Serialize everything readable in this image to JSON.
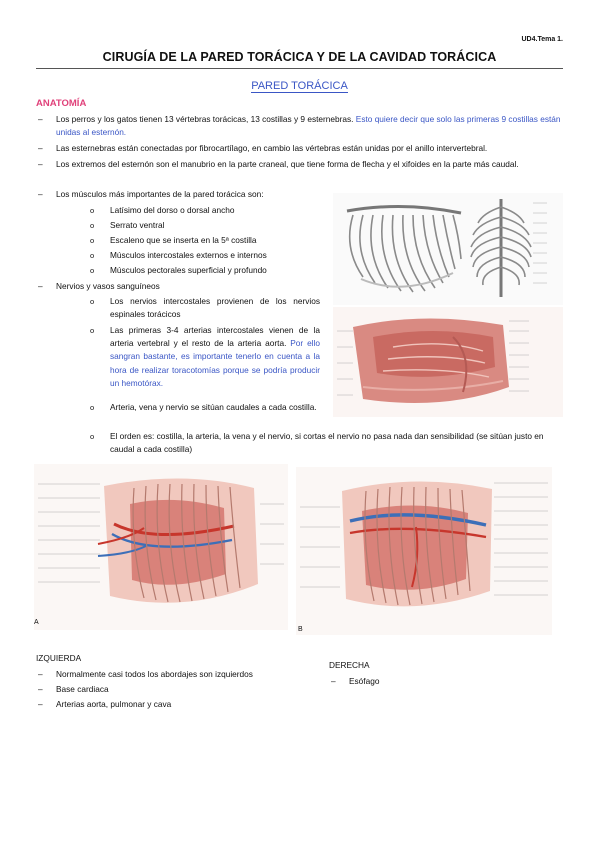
{
  "header": {
    "doc_ref": "UD4.Tema 1."
  },
  "title": "CIRUGÍA DE LA PARED TORÁCICA Y DE LA CAVIDAD TORÁCICA",
  "section": {
    "title": "PARED TORÁCICA",
    "subtitle": "ANATOMÍA"
  },
  "bullets": {
    "b1_black": "Los perros y los gatos tienen 13 vértebras torácicas, 13 costillas y 9 esternebras.",
    "b1_blue": "Esto quiere decir que solo las primeras 9 costillas están unidas al esternón.",
    "b2": "Las esternebras están conectadas por fibrocartílago, en cambio las vértebras están unidas por el anillo intervertebral.",
    "b3": "Los extremos del esternón son el manubrio en la parte craneal, que tiene forma de flecha y el xifoides en la parte más caudal.",
    "b4": "Los músculos más importantes de la pared torácica son:",
    "muscles": [
      "Latísimo del dorso o dorsal ancho",
      "Serrato ventral",
      "Escaleno que se inserta en la 5ª costilla",
      "Músculos intercostales externos e internos",
      "Músculos pectorales superficial y profundo"
    ],
    "b5": "Nervios y vasos sanguíneos",
    "nerves": {
      "n1": "Los nervios intercostales provienen de los nervios espinales torácicos",
      "n2_black": "Las primeras 3-4 arterias intercostales vienen de la arteria vertebral y el resto de la arteria aorta.",
      "n2_blue": "Por ello sangran bastante, es importante tenerlo en cuenta a la hora de realizar toracotomías porque se podría producir un hemotórax.",
      "n3": "Arteria, vena y nervio se sitúan caudales a cada costilla.",
      "n4": "El orden es: costilla, la arteria, la vena y el nervio, si cortas el nervio no pasa nada dan sensibilidad (se sitúan justo en caudal a cada costilla)"
    }
  },
  "figures": {
    "fig_a_letter": "A",
    "fig_b_letter": "B"
  },
  "bottom": {
    "left_heading": "IZQUIERDA",
    "left_items": [
      "Normalmente casi todos los abordajes son izquierdos",
      "Base cardiaca",
      "Arterias aorta, pulmonar y cava"
    ],
    "right_heading": "DERECHA",
    "right_items": [
      "Esófago"
    ]
  },
  "colors": {
    "accent_blue": "#3a56c5",
    "accent_pink": "#e0417a"
  }
}
